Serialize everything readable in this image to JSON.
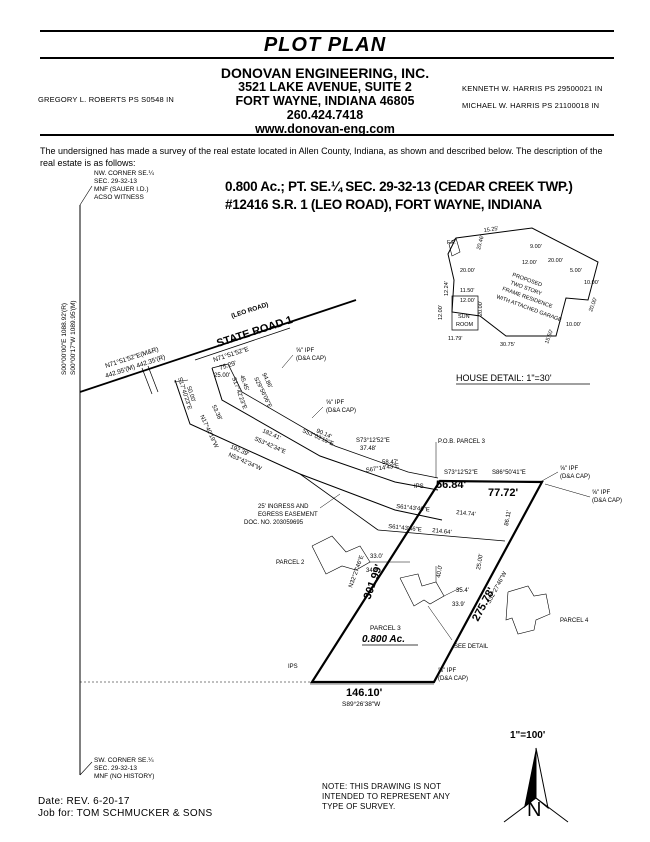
{
  "header": {
    "title": "PLOT PLAN",
    "firm_name": "DONOVAN ENGINEERING, INC.",
    "address1": "3521 LAKE AVENUE, SUITE 2",
    "address2": "FORT WAYNE, INDIANA 46805",
    "phone": "260.424.7418",
    "website": "www.donovan-eng.com",
    "surveyor_left": "GREGORY L. ROBERTS PS S0548 IN",
    "surveyor_right_1": "KENNETH W. HARRIS PS 29500021 IN",
    "surveyor_right_2": "MICHAEL W. HARRIS PS 21100018 IN"
  },
  "intro": "The undersigned has made a survey of the real estate located in Allen County, Indiana, as shown and described below. The description of the real estate is as follows:",
  "property": {
    "line1": "0.800 Ac.; PT. SE.¼ SEC. 29-32-13 (CEDAR CREEK TWP.)",
    "line2": "#12416 S.R. 1 (LEO ROAD), FORT WAYNE, INDIANA"
  },
  "drawing": {
    "nw_corner": [
      "NW. CORNER SE.¼",
      "SEC. 29-32-13",
      "MNF (SAUER I.D.)",
      "ACSO WITNESS"
    ],
    "sw_corner": [
      "SW. CORNER SE.¼",
      "SEC. 29-32-13",
      "MNF (NO HISTORY)"
    ],
    "west_line_r": "S00°00'00\"E 1088.92'(R)",
    "west_line_m": "S00°00'17\"W 1089.95'(M)",
    "road_sub": "(LEO ROAD)",
    "road_name": "STATE ROAD 1",
    "n71_a": "N71°51'52\"E(M&R)",
    "n71_b": "442.95'(M) 442.35'(R)",
    "n71_c": "N71°51'52\"E",
    "n71_c_dist": "75.29'",
    "d25": "25.00'",
    "s17_1": "S17°40'23\"E",
    "d50": "50.00'",
    "n17": "N17°40'19\"W",
    "d5338": "53.38'",
    "s17_2": "S17°42'23\"E",
    "d4545": "45.45'",
    "d9486": "94.86'",
    "s29": "S29°56'06\"E",
    "ipf": "⅝\" IPF",
    "dacap": "(D&A CAP)",
    "d9014": "90.14'",
    "s53": "S53°03'15\"E",
    "d18241": "182.41'",
    "s53b": "S53°42'34\"E",
    "d19239": "192.39'",
    "n53": "N53°42'34\"W",
    "s73": "S73°12'52\"E",
    "d3748": "37.48'",
    "d5847": "58.47'",
    "s67": "S67°14'43\"E",
    "pob": "P.O.B. PARCEL 3",
    "s73b": "S73°12'52\"E",
    "s86": "S86°50'41\"E",
    "d5684": "56.84'",
    "d7772": "77.72'",
    "ips": "IPS",
    "easement": [
      "25' INGRESS AND",
      "EGRESS EASEMENT",
      "DOC. NO. 203059695"
    ],
    "s61a": "S61°43'46\"E",
    "d21474": "214.74'",
    "s61b": "S61°43'46\"E",
    "d21464": "214.64'",
    "d8611": "86.11'",
    "d2500b": "25.00'",
    "parcel2": "PARCEL 2",
    "parcel4": "PARCEL 4",
    "n32": "N32°27'46\"E",
    "d30199": "301.99'",
    "s32": "S32°27'46\"W",
    "d27578": "275.78'",
    "d330": "33.0'",
    "d400": "40.0'",
    "d345": "34.5'",
    "d354": "35.4'",
    "d339": "33.9'",
    "see_detail": "SEE DETAIL",
    "parcel3": "PARCEL 3",
    "acres": "0.800 Ac.",
    "ips2": "IPS",
    "d14610": "146.10'",
    "s89": "S89°26'38\"W",
    "scale": "1\"=100'",
    "north": "N"
  },
  "house": {
    "fp": "F.P.",
    "d1525": "15.25'",
    "d2046": "20.46'",
    "d900": "9.00'",
    "d2000a": "20.00'",
    "d500": "5.00'",
    "d1200": "12.00'",
    "d2000b": "20.00'",
    "d1000a": "10.00'",
    "d2000c": "20.00'",
    "proposed": [
      "PROPOSED",
      "TWO STORY",
      "FRAME RESIDENCE",
      "WITH ATTACHED GARAGE"
    ],
    "d1150": "11.50'",
    "d1200b": "12.00'",
    "sunroom": [
      "SUN",
      "ROOM"
    ],
    "d1224": "12.24'",
    "d1200c": "12.00'",
    "d2000d": "20.00'",
    "d1000b": "10.00'",
    "d1550": "15.50'",
    "d3075": "30.75'",
    "d1179": "11.79'",
    "detail_label": "HOUSE DETAIL: 1\"=30'"
  },
  "footer": {
    "date": "Date: REV. 6-20-17",
    "job": "Job for: TOM SCHMUCKER & SONS",
    "note": [
      "NOTE:  THIS DRAWING IS NOT",
      "INTENDED TO REPRESENT ANY",
      "TYPE OF SURVEY."
    ]
  }
}
